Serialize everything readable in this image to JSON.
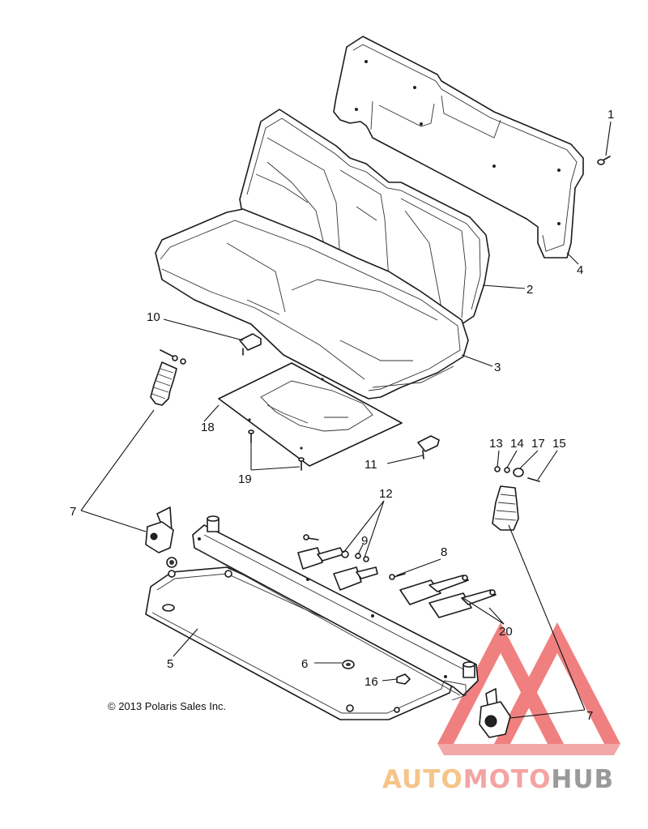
{
  "diagram": {
    "copyright": "© 2013 Polaris Sales Inc.",
    "callouts": {
      "c1": "1",
      "c2": "2",
      "c3": "3",
      "c4": "4",
      "c5": "5",
      "c6": "6",
      "c7a": "7",
      "c7b": "7",
      "c8": "8",
      "c9": "9",
      "c10": "10",
      "c11": "11",
      "c12": "12",
      "c13": "13",
      "c14": "14",
      "c15": "15",
      "c16": "16",
      "c17": "17",
      "c18": "18",
      "c19": "19",
      "c20": "20"
    }
  },
  "watermark": {
    "part1": "AUTO",
    "part2": "MOTO",
    "part3": "HUB",
    "colors": {
      "auto": "#f6c48a",
      "moto": "#f4a3a3",
      "hub": "#9a9a9a",
      "triangle": "#ef6f6f"
    }
  }
}
